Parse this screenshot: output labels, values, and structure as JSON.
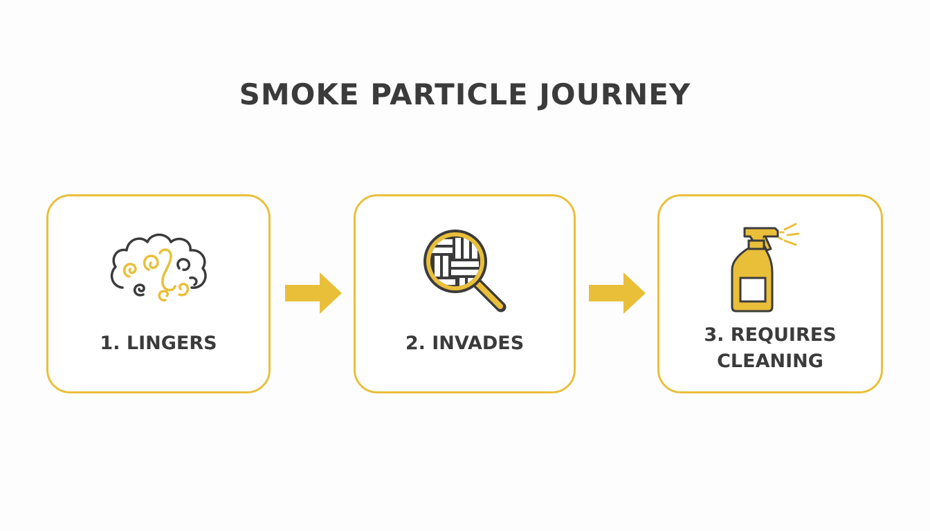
{
  "title": "SMOKE PARTICLE JOURNEY",
  "colors": {
    "accent": "#e9bf3a",
    "text": "#3b3b3b",
    "background": "#fdfdfd"
  },
  "steps": [
    {
      "label": "1. LINGERS",
      "icon": "smoke-cloud-icon"
    },
    {
      "label": "2. INVADES",
      "icon": "magnifier-fabric-icon"
    },
    {
      "label_line1": "3. REQUIRES",
      "label_line2": "CLEANING",
      "icon": "spray-bottle-icon"
    }
  ],
  "connectors": [
    "arrow-right-icon",
    "arrow-right-icon"
  ]
}
